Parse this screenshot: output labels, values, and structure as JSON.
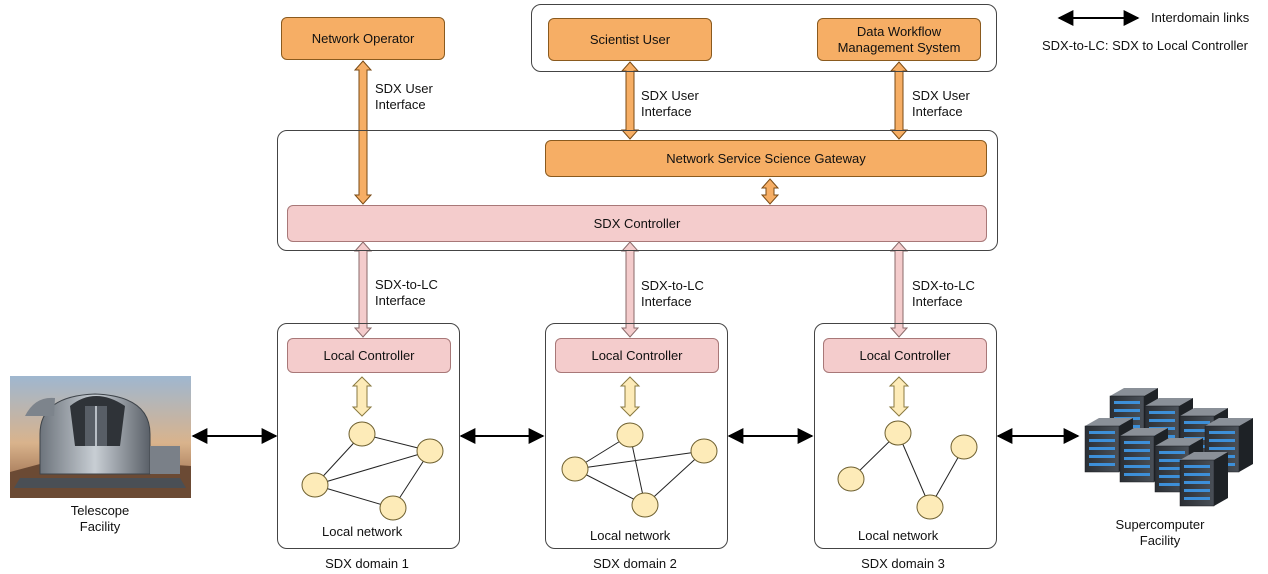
{
  "legend": {
    "interdomain_label": "Interdomain links",
    "abbrev_note": "SDX-to-LC: SDX to Local Controller"
  },
  "users": {
    "network_operator": "Network Operator",
    "scientist_user": "Scientist User",
    "workflow_system": "Data Workflow\nManagement System"
  },
  "interfaces": {
    "sdx_user_interface": "SDX User\nInterface",
    "sdx_to_lc_interface": "SDX-to-LC\nInterface"
  },
  "gateway": {
    "label": "Network Service Science Gateway"
  },
  "controller": {
    "label": "SDX Controller"
  },
  "domains": [
    {
      "caption": "SDX domain 1",
      "local_controller": "Local Controller",
      "network_label": "Local network"
    },
    {
      "caption": "SDX domain 2",
      "local_controller": "Local Controller",
      "network_label": "Local network"
    },
    {
      "caption": "SDX domain 3",
      "local_controller": "Local Controller",
      "network_label": "Local network"
    }
  ],
  "facilities": {
    "telescope": "Telescope\nFacility",
    "supercomputer": "Supercomputer\nFacility"
  },
  "colors": {
    "orange": "#f6ae65",
    "pink": "#f4cccc",
    "node": "#fdebb8"
  }
}
